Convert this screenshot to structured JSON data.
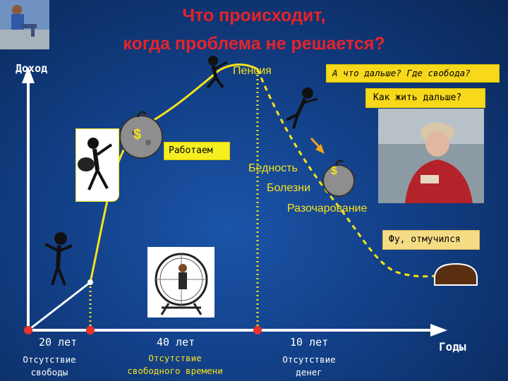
{
  "title": {
    "line1": "Что происходит,",
    "line2": "когда проблема не решается?"
  },
  "axes": {
    "y_label": "Доход",
    "x_label": "Годы"
  },
  "labels": {
    "pension": "Пенсия",
    "working": "Работаем",
    "poverty": "Бедность",
    "diseases": "Болезни",
    "disappointment": "Разочарование",
    "what_next": "А что дальше? Где свобода?",
    "how_live": "Как жить дальше?",
    "done": "Фу, отмучился",
    "dollar1": "$",
    "dollar2": "$"
  },
  "timeline": [
    {
      "years": "20 лет",
      "caption_line1": "Отсутствие",
      "caption_line2": "свободы"
    },
    {
      "years": "40 лет",
      "caption_line1": "Отсутствие",
      "caption_line2": "свободного времени"
    },
    {
      "years": "10 лет",
      "caption_line1": "Отсутствие",
      "caption_line2": "денег"
    }
  ],
  "colors": {
    "accent_yellow": "#f7e21a",
    "title_red": "#e8222a",
    "marker_red": "#e8322a",
    "background": "#123f86"
  },
  "icons": [
    "stick-figure-icon",
    "money-bag-icon",
    "hamster-wheel-icon",
    "elderly-woman-photo",
    "coffin-icon",
    "boy-photo"
  ]
}
